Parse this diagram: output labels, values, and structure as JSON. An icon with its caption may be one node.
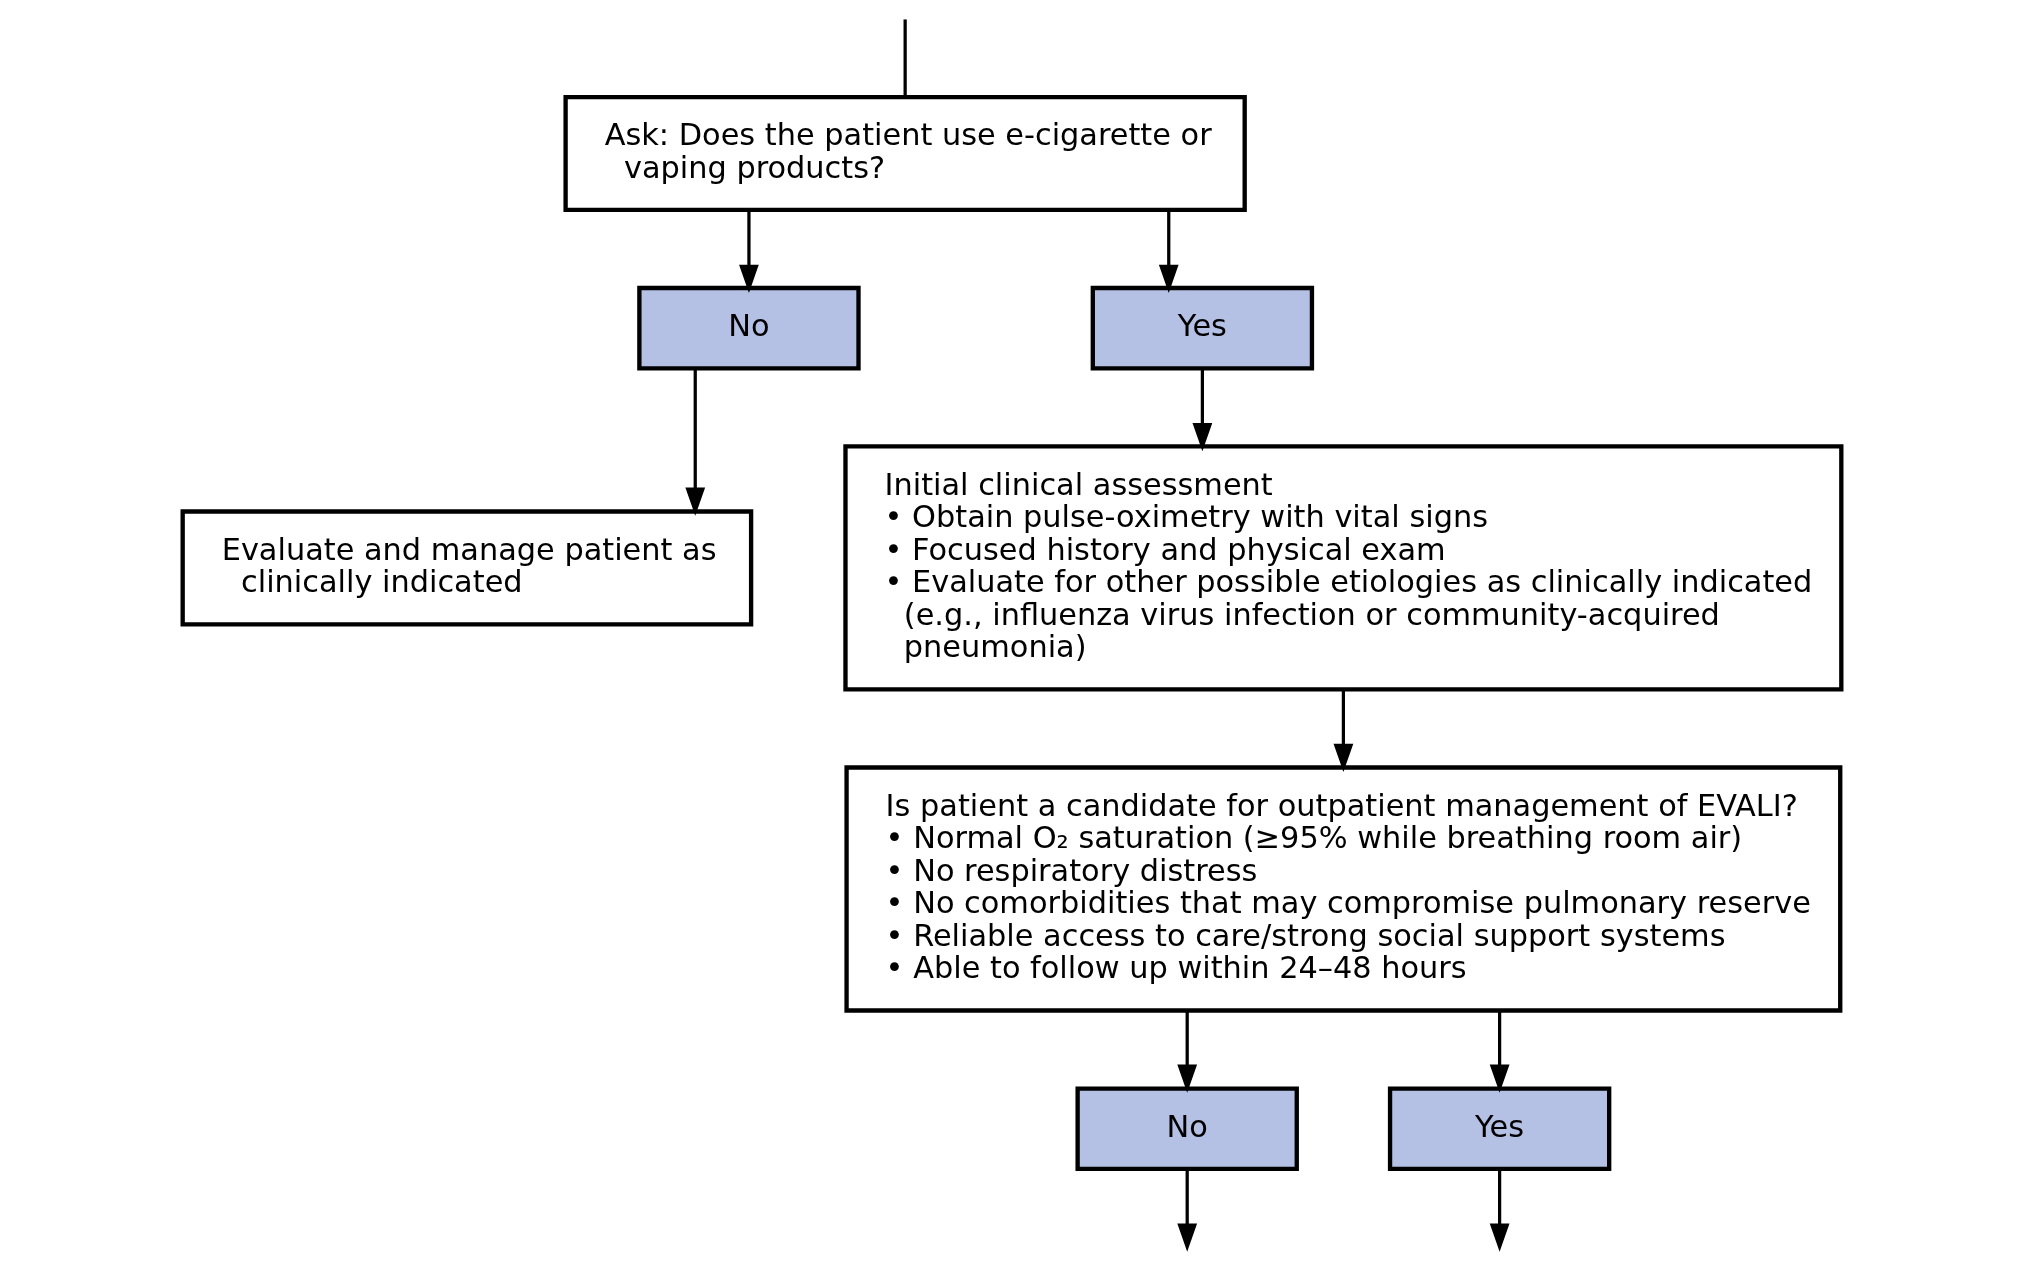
{
  "diagram": {
    "nodes": [
      {
        "text": [
          "Ask: Does the patient use e-cigarette or vaping products?"
        ]
      },
      {
        "text": [
          "No"
        ]
      },
      {
        "text": [
          "Yes"
        ]
      },
      {
        "text": [
          "Evaluate and manage patient as clinically indicated"
        ]
      },
      {
        "text": [
          "Initial clinical assessment",
          "• Obtain pulse-oximetry with vital signs",
          "• Focused history and physical exam",
          "• Evaluate for other possible etiologies as clinically indicated (e.g., influenza virus infection or community-acquired pneumonia)"
        ]
      },
      {
        "text": [
          "Is patient a candidate for outpatient management of EVALI?",
          "• Normal O₂ saturation (≥95% while breathing room air)",
          "• No respiratory distress",
          "• No comorbidities that may compromise pulmonary reserve",
          "• Reliable access to care/strong social support systems",
          "• Able to follow up within 24–48 hours"
        ]
      },
      {
        "text": [
          "No"
        ]
      },
      {
        "text": [
          "Yes"
        ]
      }
    ],
    "edges": [
      {
        "from": null,
        "to": 0,
        "arrow": "none"
      },
      {
        "from": 0,
        "to": 1,
        "arrow": "to"
      },
      {
        "from": 0,
        "to": 2,
        "arrow": "to"
      },
      {
        "from": 1,
        "to": 3,
        "arrow": "to"
      },
      {
        "from": 2,
        "to": 4,
        "arrow": "to"
      },
      {
        "from": 4,
        "to": 5,
        "arrow": "to"
      },
      {
        "from": 5,
        "to": 6,
        "arrow": "to"
      },
      {
        "from": 5,
        "to": 7,
        "arrow": "to"
      },
      {
        "from": 6,
        "to": null,
        "arrow": "to"
      },
      {
        "from": 7,
        "to": null,
        "arrow": "to"
      }
    ]
  }
}
